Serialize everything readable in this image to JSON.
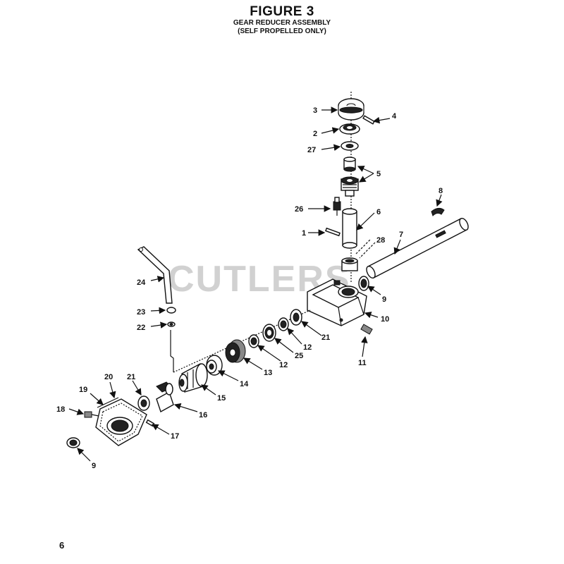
{
  "figure": {
    "title": "FIGURE 3",
    "subtitle_line1": "GEAR REDUCER ASSEMBLY",
    "subtitle_line2": "(SELF PROPELLED ONLY)"
  },
  "watermark": "CUTLERS",
  "page_number": "6",
  "callouts": {
    "c1": "1",
    "c2": "2",
    "c3": "3",
    "c4": "4",
    "c5": "5",
    "c6": "6",
    "c7": "7",
    "c8": "8",
    "c9a": "9",
    "c9b": "9",
    "c10": "10",
    "c11": "11",
    "c12a": "12",
    "c12b": "12",
    "c13": "13",
    "c14": "14",
    "c15": "15",
    "c16": "16",
    "c17": "17",
    "c18": "18",
    "c19": "19",
    "c20": "20",
    "c21a": "21",
    "c21b": "21",
    "c22": "22",
    "c23": "23",
    "c24": "24",
    "c25": "25",
    "c26": "26",
    "c27": "27",
    "c28": "28"
  }
}
